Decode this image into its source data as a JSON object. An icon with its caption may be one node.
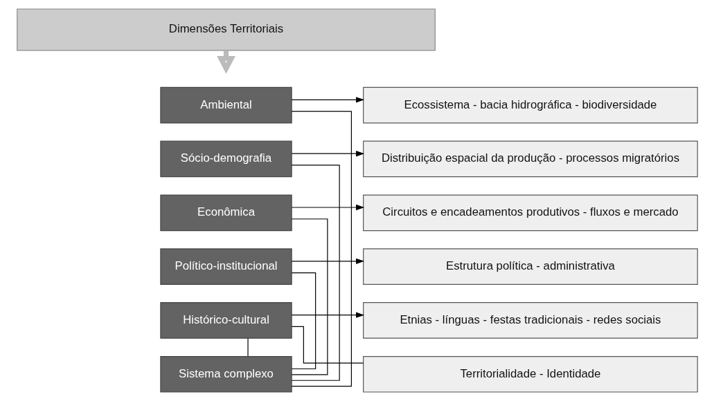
{
  "diagram": {
    "nodes": [
      {
        "text": [
          "Dimensões Territoriais"
        ]
      },
      {
        "text": [
          "Ambiental"
        ]
      },
      {
        "text": [
          "Ecossistema - bacia hidrográfica - biodiversidade"
        ]
      },
      {
        "text": [
          "Sócio-demografia"
        ]
      },
      {
        "text": [
          "Distribuição espacial da produção - processos migratórios"
        ]
      },
      {
        "text": [
          "Econômica"
        ]
      },
      {
        "text": [
          "Circuitos e encadeamentos produtivos - fluxos e mercado"
        ]
      },
      {
        "text": [
          "Político-institucional"
        ]
      },
      {
        "text": [
          "Estrutura política - administrativa"
        ]
      },
      {
        "text": [
          "Histórico-cultural"
        ]
      },
      {
        "text": [
          "Etnias - línguas - festas tradicionais - redes sociais"
        ]
      },
      {
        "text": [
          "Sistema complexo"
        ]
      },
      {
        "text": [
          "Territorialidade - Identidade"
        ]
      }
    ],
    "edges": [
      {
        "from": 0,
        "to": null,
        "arrow": "to",
        "style": "thick",
        "color": "#bbbbbb"
      },
      {
        "from": 1,
        "to": 2,
        "arrow": "to"
      },
      {
        "from": 3,
        "to": 4,
        "arrow": "to"
      },
      {
        "from": 5,
        "to": 6,
        "arrow": "to"
      },
      {
        "from": 7,
        "to": 8,
        "arrow": "to"
      },
      {
        "from": 9,
        "to": 10,
        "arrow": "to"
      },
      {
        "from": 9,
        "to": 12,
        "arrow": "none"
      },
      {
        "from": 1,
        "to": 11,
        "arrow": "none"
      },
      {
        "from": 3,
        "to": 11,
        "arrow": "none"
      },
      {
        "from": 5,
        "to": 11,
        "arrow": "none"
      },
      {
        "from": 7,
        "to": 11,
        "arrow": "none"
      },
      {
        "from": 9,
        "to": 11,
        "arrow": "none"
      }
    ]
  }
}
